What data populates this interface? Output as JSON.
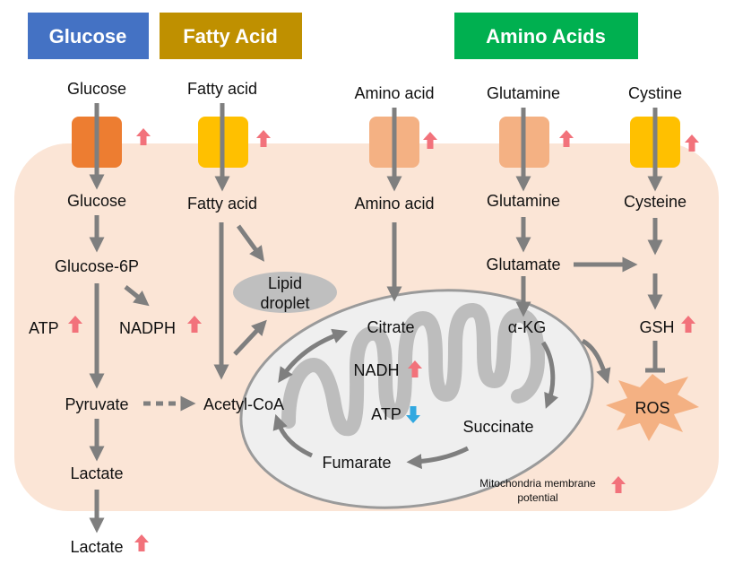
{
  "headers": {
    "glucose": "Glucose",
    "fatty_acid": "Fatty Acid",
    "amino_acids": "Amino Acids"
  },
  "labels": {
    "glucose_outside": "Glucose",
    "glucose_inside": "Glucose",
    "glucose_6p": "Glucose-6P",
    "nadph": "NADPH",
    "atp_glycolysis": "ATP",
    "pyruvate": "Pyruvate",
    "lactate_inside": "Lactate",
    "lactate_outside": "Lactate",
    "fatty_acid_outside": "Fatty acid",
    "fatty_acid_inside": "Fatty acid",
    "lipid_droplet_line1": "Lipid",
    "lipid_droplet_line2": "droplet",
    "acetyl_coa": "Acetyl-CoA",
    "amino_acid_outside": "Amino acid",
    "amino_acid_inside": "Amino acid",
    "glutamine_outside": "Glutamine",
    "glutamine_inside": "Glutamine",
    "glutamate": "Glutamate",
    "alpha_kg": "α-KG",
    "cystine": "Cystine",
    "cysteine": "Cysteine",
    "gsh": "GSH",
    "ros": "ROS",
    "citrate": "Citrate",
    "nadh": "NADH",
    "atp_mito": "ATP",
    "succinate": "Succinate",
    "fumarate": "Fumarate",
    "mito_potential_line1": "Mitochondria membrane",
    "mito_potential_line2": "potential"
  },
  "colors": {
    "glucose_header": "#4472c4",
    "fatty_acid_header": "#bf9000",
    "amino_acids_header": "#00b050",
    "cell": "#fbe5d6",
    "transporter_glucose": "#ed7d31",
    "transporter_fatty": "#ffc000",
    "transporter_amino": "#f4b183",
    "arrow": "#7f7f7f",
    "up": "#f2727b",
    "down": "#31a8e0",
    "ros": "#f4b183"
  }
}
